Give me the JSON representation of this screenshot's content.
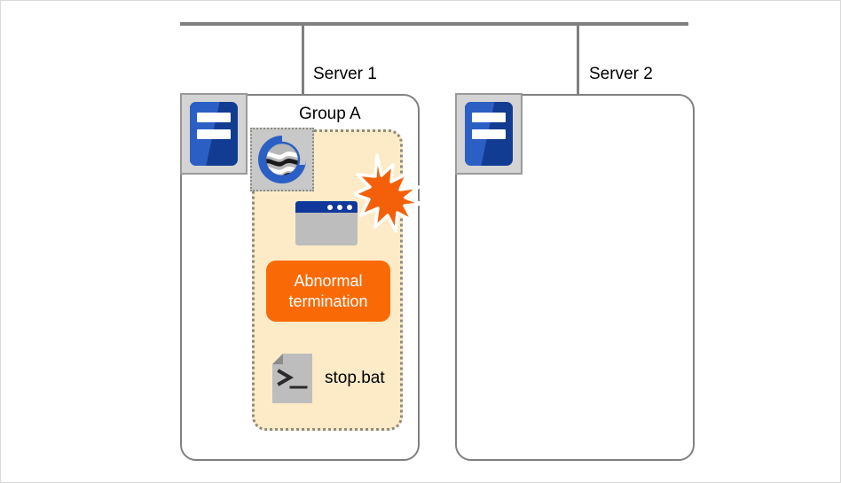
{
  "diagram": {
    "title": "Cluster failover diagram - abnormal termination on Server 1",
    "network": {
      "bus_name": "network-bus"
    },
    "servers": [
      {
        "id": "server1",
        "label": "Server 1",
        "icon_name": "server-machine-icon",
        "has_group": true
      },
      {
        "id": "server2",
        "label": "Server 2",
        "icon_name": "server-machine-icon",
        "has_group": false
      }
    ],
    "group": {
      "label": "Group A",
      "cluster_icon_name": "cluster-globe-icon",
      "window_icon_name": "application-window-icon",
      "burst_icon_name": "explosion-burst-icon",
      "status_label": "Abnormal termination",
      "script_icon_name": "batch-script-icon",
      "script_label": "stop.bat"
    },
    "colors": {
      "group_fill": "#FDEBC8",
      "group_border": "#8C8C80",
      "status_orange": "#F96A06",
      "burst_orange": "#F4600A",
      "server_blue_light": "#2B5FC4",
      "server_blue_dark": "#123C91",
      "window_titlebar": "#10389C",
      "line_gray": "#808080",
      "box_border_gray": "#808080"
    }
  }
}
